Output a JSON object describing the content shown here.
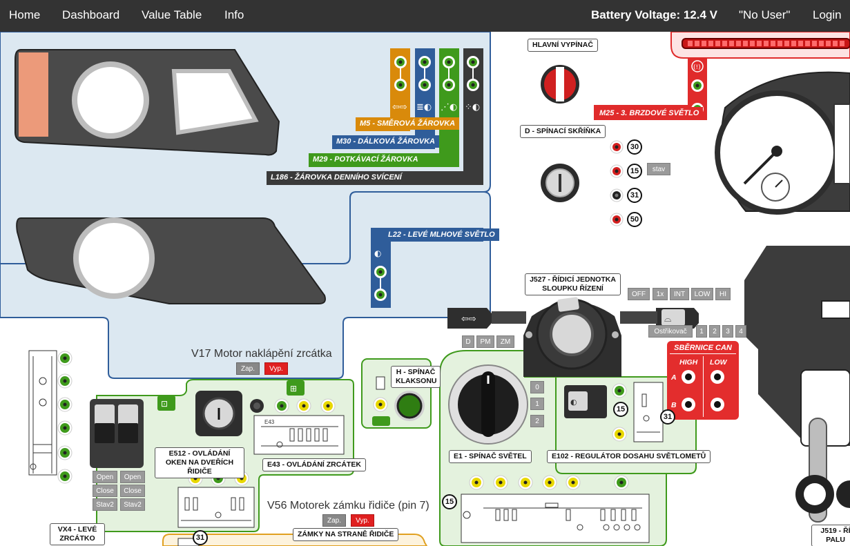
{
  "nav": {
    "home": "Home",
    "dashboard": "Dashboard",
    "value_table": "Value Table",
    "info": "Info",
    "battery": "Battery Voltage: 12.4 V",
    "user": "\"No User\"",
    "login": "Login"
  },
  "lights": {
    "m5": "M5 - SMĚROVÁ ŽÁROVKA",
    "m30": "M30 - DÁLKOVÁ ŽÁROVKA",
    "m29": "M29 - POTKÁVACÍ ŽÁROVKA",
    "l186": "L186 - ŽÁROVKA DENNÍHO SVÍCENÍ",
    "l22": "L22 - LEVÉ MLHOVÉ SVĚTLO",
    "m25": "M25 - 3. BRZDOVÉ SVĚTLO"
  },
  "main_switch": {
    "label": "HLAVNÍ VYPÍNAČ"
  },
  "ignition": {
    "label": "D - SPÍNACÍ SKŘÍŇKA",
    "terminals": [
      "30",
      "15",
      "31",
      "50"
    ],
    "stav": "stav"
  },
  "mirror_motor": {
    "title": "V17 Motor naklápění zrcátka",
    "on": "Zap.",
    "off": "Vyp."
  },
  "lock_motor": {
    "title": "V56 Motorek zámku řidiče (pin 7)",
    "on": "Zap.",
    "off": "Vyp."
  },
  "horn": {
    "label": "H - SPÍNAČ KLAKSONU"
  },
  "column_unit": {
    "label": "J527 - ŘÍDICÍ JEDNOTKA SLOUPKU ŘÍZENÍ",
    "wiper_modes": [
      "OFF",
      "1x",
      "INT",
      "LOW",
      "HI"
    ],
    "washer": "Ostřikovač",
    "washer_levels": [
      "1",
      "2",
      "3",
      "4"
    ],
    "dpm": [
      "D",
      "PM",
      "ZM"
    ]
  },
  "can_bus": {
    "title": "SBĚRNICE CAN",
    "high": "HIGH",
    "low": "LOW",
    "a": "A",
    "b": "B"
  },
  "light_switch": {
    "label": "E1 - SPÍNAČ SVĚTEL",
    "positions": [
      "0",
      "1",
      "2"
    ],
    "terminal": "15"
  },
  "headlight_reg": {
    "label": "E102 - REGULÁTOR DOSAHU SVĚTLOMETŮ",
    "t15": "15",
    "t31": "31"
  },
  "window_ctrl": {
    "label": "E512 - OVLÁDÁNÍ OKEN NA DVEŘÍCH ŘIDIČE",
    "buttons": [
      [
        "Open",
        "Open"
      ],
      [
        "Close",
        "Close"
      ],
      [
        "Stav2",
        "Stav2"
      ]
    ],
    "terminal": "31"
  },
  "mirror_ctrl": {
    "label": "E43 - OVLÁDÁNÍ ZRCÁTEK",
    "schematic": "E43"
  },
  "mirror_left": {
    "label": "VX4 - LEVÉ ZRCÁTKO"
  },
  "locks": {
    "label": "ZÁMKY NA STRANĚ ŘIDIČE"
  },
  "j519": {
    "label": "J519 - ŘÍ PALU"
  },
  "colors": {
    "orange": "#d98a0b",
    "blue": "#2f5d9a",
    "green": "#3f9a1c",
    "dark": "#3a3a3a",
    "red": "#e02b2b"
  }
}
